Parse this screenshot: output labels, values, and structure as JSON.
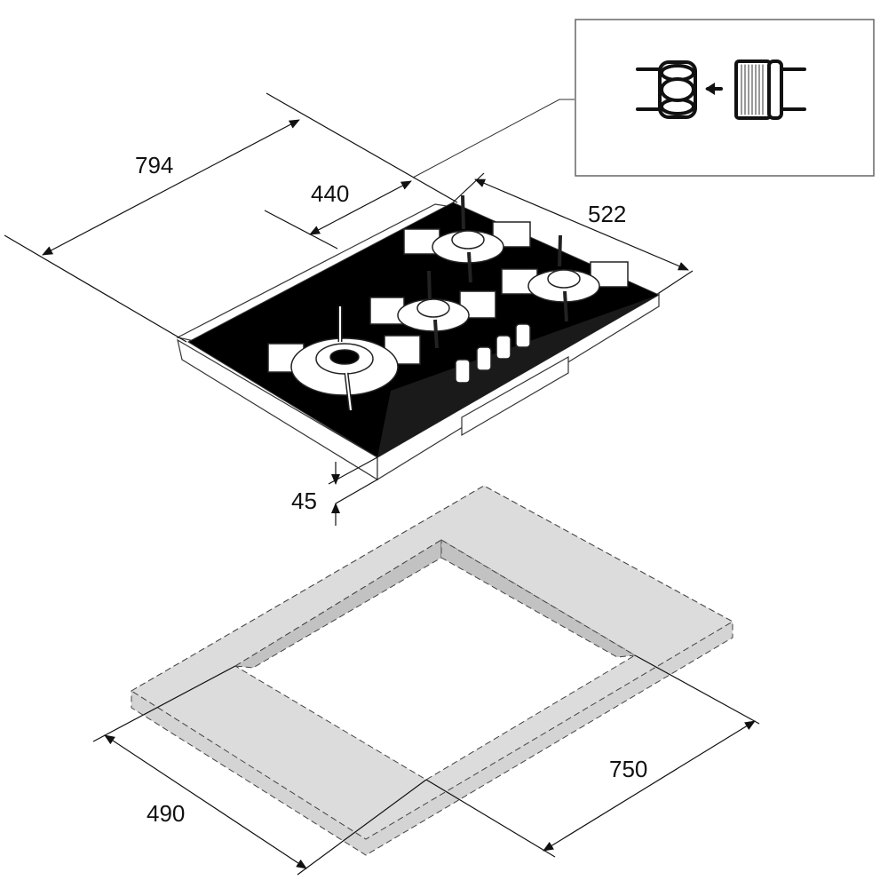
{
  "dimensions": {
    "hob_width": "794",
    "cutout_offset": "440",
    "hob_depth": "522",
    "hob_height": "45",
    "cutout_width": "750",
    "cutout_depth": "490"
  },
  "inset": {
    "icon": "gas-fitting-connector-icon"
  },
  "colors": {
    "glass": "#000000",
    "countertop": "#d9d9d9",
    "line": "#111111"
  }
}
